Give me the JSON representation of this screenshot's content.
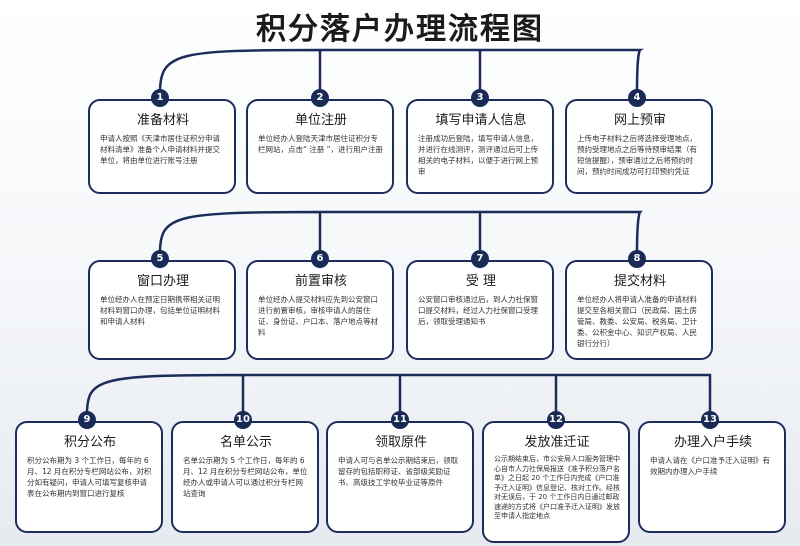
{
  "title": "积分落户办理流程图",
  "steps": [
    {
      "num": "1",
      "heading": "准备材料",
      "desc": "申请人按照《天津市居住证积分申请材料清单》准备个人申请材料并提交单位，将由单位进行账号注册"
    },
    {
      "num": "2",
      "heading": "单位注册",
      "desc": "单位经办人登陆天津市居住证积分专栏网站，点击“ 注册 ”，进行用户注册"
    },
    {
      "num": "3",
      "heading": "填写申请人信息",
      "desc": "注册成功后登陆，填写申请人信息，并进行在线测评，测评通过后可上传相关的电子材料，以便于进行网上预审"
    },
    {
      "num": "4",
      "heading": "网上预审",
      "desc": "上传电子材料之后将选择受理地点，预约受理地点之后等待预审结果（有短信提醒），预审通过之后将预约时间，预约时间成功可打印预约凭证"
    },
    {
      "num": "5",
      "heading": "窗口办理",
      "desc": "单位经办人在预定日期携带相关证明材料到窗口办理，包括单位证明材料和申请人材料"
    },
    {
      "num": "6",
      "heading": "前置审核",
      "desc": "单位经办人提交材料应先到公安窗口进行前置审核，审核申请人的居住证、身份证、户口本、落户地点等材料"
    },
    {
      "num": "7",
      "heading": "受 理",
      "desc": "公安窗口审核通过后，到人力社保窗口提交材料，经过人力社保窗口受理后，领取受理通知书"
    },
    {
      "num": "8",
      "heading": "提交材料",
      "desc": "单位经办人将申请人准备的申请材料提交至各相关窗口（民政局、国土房管局、教委、公安局、税务局、卫计委、公积金中心、知识产权局、人民银行分行）"
    },
    {
      "num": "9",
      "heading": "积分公布",
      "desc": "积分公布期为 3 个工作日，每年的 6月、12 月在积分专栏网站公布，对积分如有疑问，申请人可填写复核申请表在公布期内到窗口进行复核"
    },
    {
      "num": "10",
      "heading": "名单公示",
      "desc": "名单公示期为 5 个工作日，每年的 6月、12 月在积分专栏网站公布，单位经办人或申请人可以通过积分专栏网站查询"
    },
    {
      "num": "11",
      "heading": "领取原件",
      "desc": "申请人可与名单公示期结束后，领取留存的包括职称证、省部级奖励证书、高级技工学校毕业证等原件"
    },
    {
      "num": "12",
      "heading": "发放准迁证",
      "desc": "公示期结束后，市公安局人口服务管理中心自市人力社保局报送《准予积分落户名单》之日起 20 个工作日内完成《户口准予迁入证明》信息登记、核对工作。经核对无误后，于 20 个工作日内日通过邮政速递的方式将《户口准予迁入证明》发放至申请人指定地点"
    },
    {
      "num": "13",
      "heading": "办理入户手续",
      "desc": "申请人请在《户口准予迁入证明》有效期内办理入户手续"
    }
  ],
  "colors": {
    "accent": "#1a2a57",
    "border": "#1c2d5c"
  }
}
